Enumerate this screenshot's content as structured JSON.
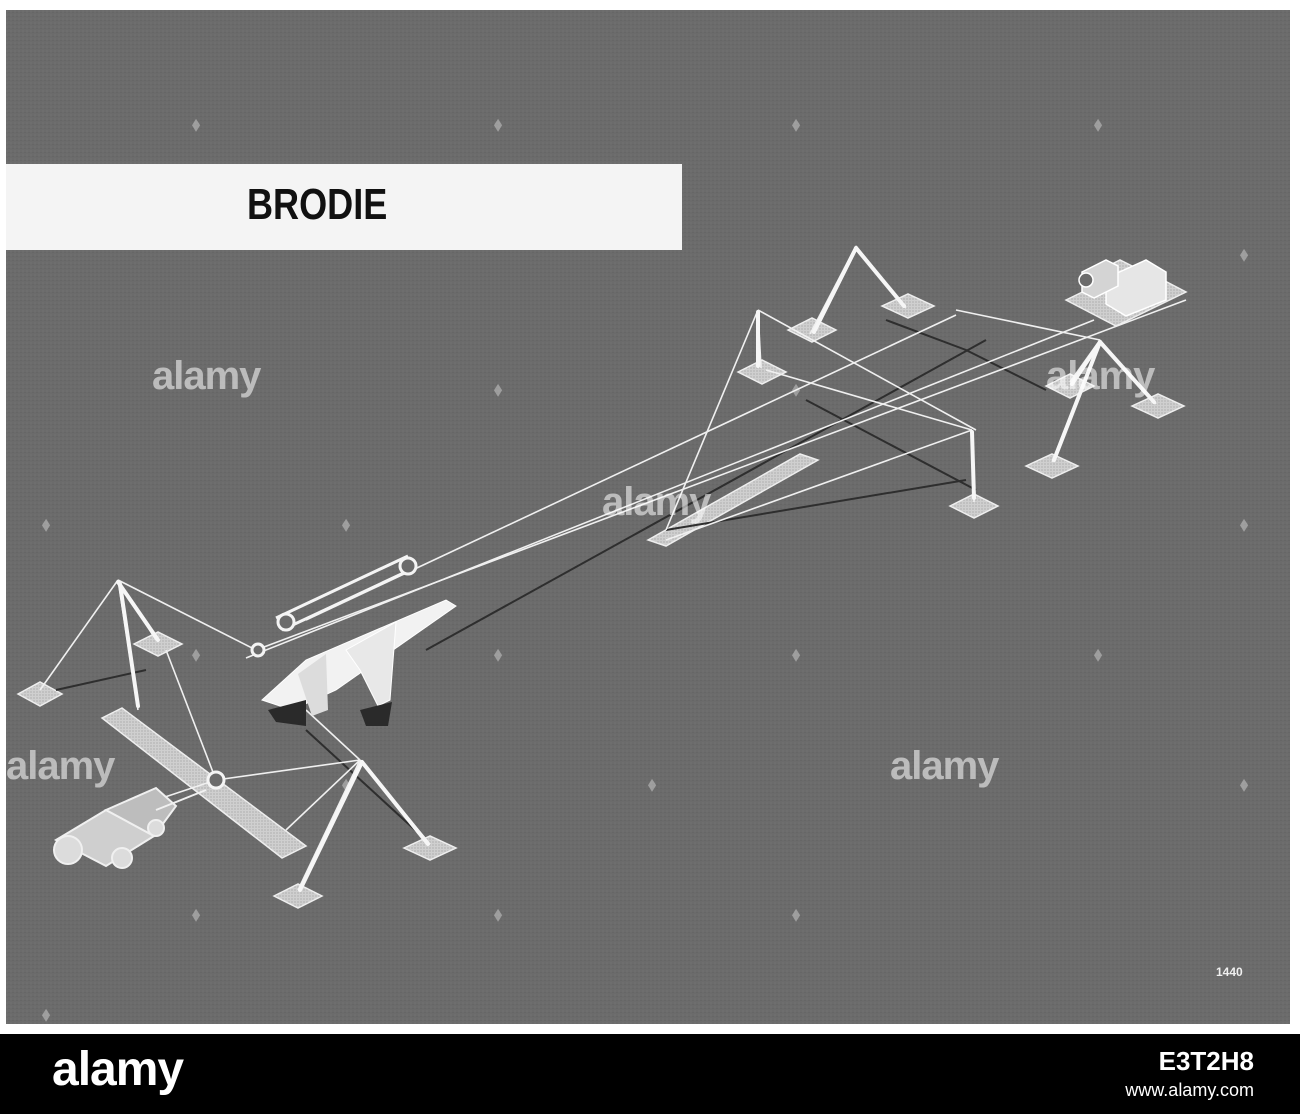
{
  "illustration": {
    "title": "BRODIE",
    "plate_number": "1440",
    "subject": "Brodie aircraft launch/recovery cable system",
    "colors": {
      "background": "#6b6b6b",
      "title_band": "#f4f4f4",
      "line_art": "#f2f2f2"
    }
  },
  "watermark": {
    "text": "alamy"
  },
  "footer": {
    "logo": "alamy",
    "image_id": "E3T2H8",
    "url": "www.alamy.com"
  }
}
